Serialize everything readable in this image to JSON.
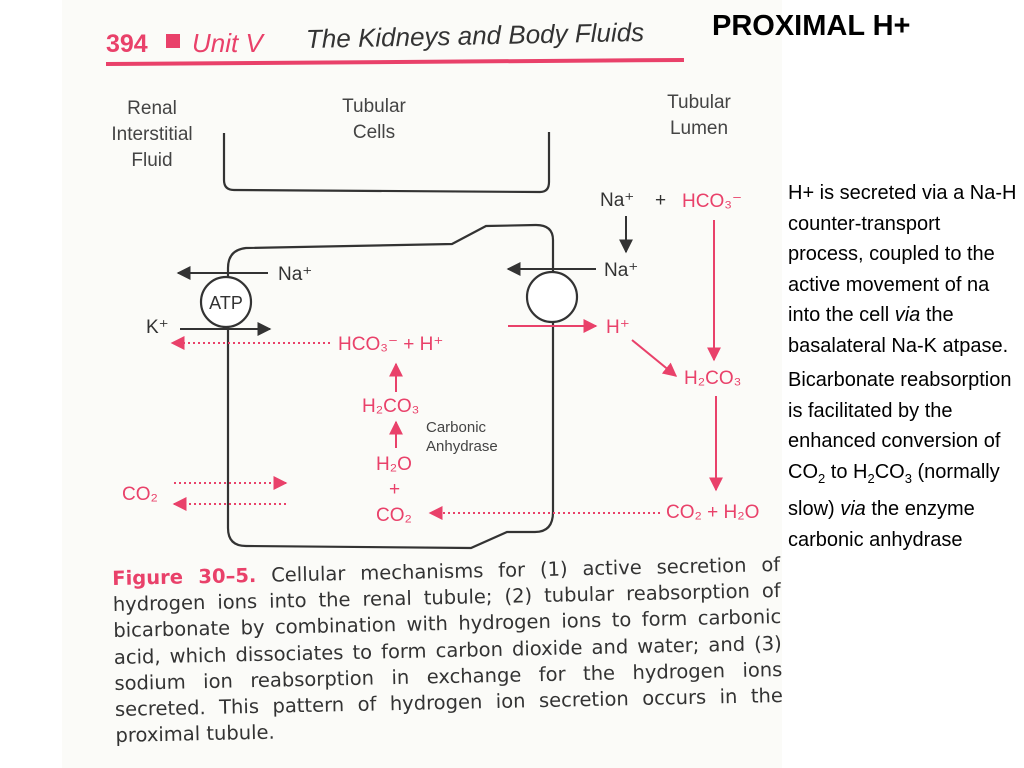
{
  "slide_title": "PROXIMAL H+",
  "book_header": {
    "page_number": "394",
    "unit": "Unit V",
    "chapter": "The Kidneys and Body Fluids"
  },
  "diagram": {
    "region_labels": {
      "interstitial": [
        "Renal",
        "Interstitial",
        "Fluid"
      ],
      "cells": [
        "Tubular",
        "Cells"
      ],
      "lumen": [
        "Tubular",
        "Lumen"
      ]
    },
    "lumen": {
      "na_plus": "Na⁺",
      "plus": "+",
      "hco3": "HCO₃⁻",
      "na_entering": "Na⁺",
      "h_plus": "H⁺",
      "h2co3": "H₂CO₃",
      "co2_h2o": "CO₂ + H₂O"
    },
    "cell": {
      "na_out": "Na⁺",
      "atp": "ATP",
      "k_plus": "K⁺",
      "hco3_h": "HCO₃⁻ + H⁺",
      "h2co3": "H₂CO₃",
      "enzyme": [
        "Carbonic",
        "Anhydrase"
      ],
      "h2o": "H₂O",
      "plus": "+",
      "co2": "CO₂"
    },
    "interstitial": {
      "co2": "CO₂"
    }
  },
  "caption": {
    "figure_label": "Figure 30–5.",
    "text": " Cellular mechanisms for (1) active secretion of hydrogen ions into the renal tubule; (2) tubular reabsorption of bicarbonate by combination with hydrogen ions to form carbonic acid, which dissociates to form carbon dioxide and water; and (3) sodium ion reabsorption in exchange for the hydrogen ions secreted. This pattern of hydrogen ion secretion occurs in the proximal tubule."
  },
  "notes": {
    "p1_a": "H+ is secreted via a Na-H counter-transport process, coupled to the active movement of na into the cell ",
    "p1_via": "via",
    "p1_b": " the basalateral Na-K atpase.",
    "p2_a": "Bicarbonate reabsorption is facilitated by the enhanced conversion of CO",
    "p2_sub1": "2",
    "p2_b": " to H",
    "p2_sub2": "2",
    "p2_c": "CO",
    "p2_sub3": "3",
    "p2_d": " (normally slow) ",
    "p2_via": "via",
    "p2_e": " the enzyme carbonic anhydrase"
  },
  "colors": {
    "accent_pink": "#e9416a",
    "line_dark": "#333333",
    "text_gray": "#444444"
  }
}
